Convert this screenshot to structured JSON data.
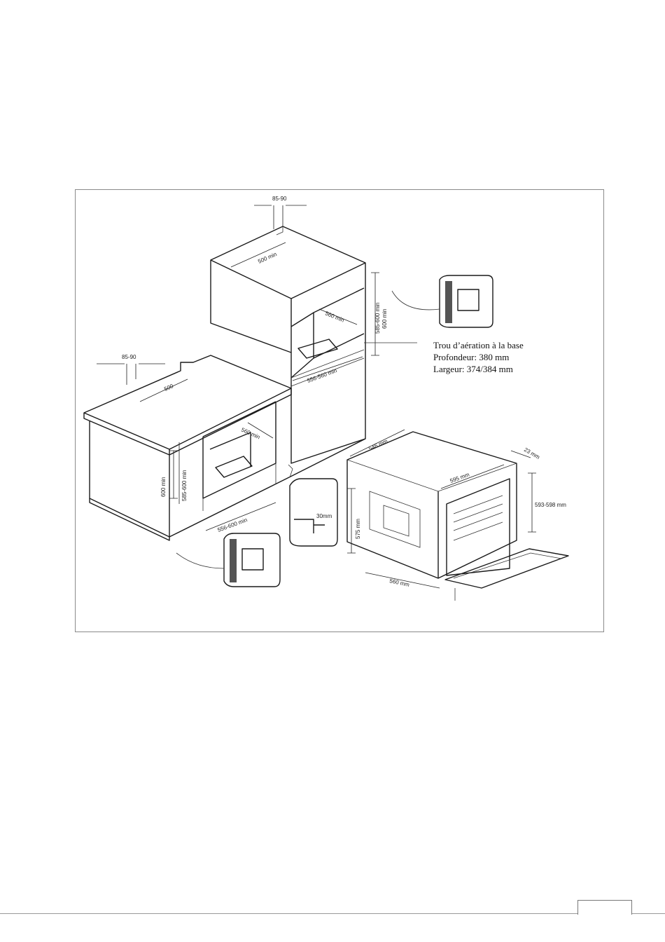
{
  "figure": {
    "labels": {
      "gap_top": "85-90",
      "depth_top": "500 min",
      "gap_left": "85-90",
      "depth_left": "500",
      "niche_depth_top": "560 min",
      "niche_height_top": "585-600 min",
      "niche_height_top2": "600 min",
      "niche_width_top": "556-560 min",
      "niche_depth_low": "560 min",
      "niche_height_low": "600 min",
      "niche_height_low2": "585-600 min",
      "niche_width_low": "556-600 min",
      "plinth_gap": "30mm",
      "oven_depth": "546 mm",
      "oven_width": "595 mm",
      "oven_front": "23 mm",
      "oven_height_front": "593-598 mm",
      "oven_height_side": "575 mm",
      "oven_width_base": "560 mm"
    },
    "note": {
      "line1": "Trou d’aération à la base",
      "line2": "Profondeur: 380 mm",
      "line3": "Largeur: 374/384 mm"
    }
  }
}
